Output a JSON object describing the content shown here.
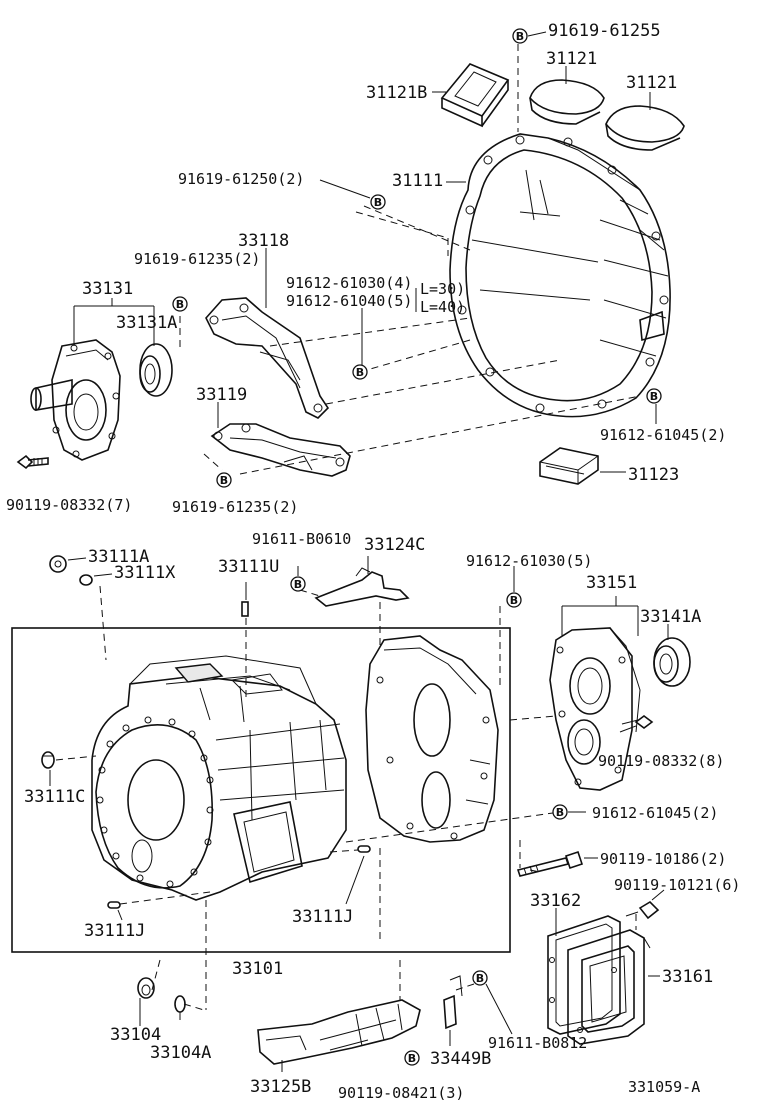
{
  "diagram": {
    "code": "331059-A",
    "marker_letter": "B",
    "labels": {
      "p_91619_61255": "91619-61255",
      "p_31121_a": "31121",
      "p_31121_b": "31121",
      "p_31121b": "31121B",
      "p_31111": "31111",
      "p_91619_61250": "91619-61250(2)",
      "p_33118": "33118",
      "p_91619_61235_top": "91619-61235(2)",
      "p_33131": "33131",
      "p_33131a": "33131A",
      "p_91612_61030_4": "91612-61030(4)",
      "p_91612_61040_5": "91612-61040(5)",
      "p_l30": "L=30)",
      "p_l40": "L=40)",
      "p_33119": "33119",
      "p_91612_61045_top": "91612-61045(2)",
      "p_31123": "31123",
      "p_90119_08332_7": "90119-08332(7)",
      "p_91619_61235_bot": "91619-61235(2)",
      "p_33111a": "33111A",
      "p_33111x": "33111X",
      "p_33111u": "33111U",
      "p_91611_b0610": "91611-B0610",
      "p_33124c": "33124C",
      "p_91612_61030_5": "91612-61030(5)",
      "p_33151": "33151",
      "p_33141a": "33141A",
      "p_90119_08332_8": "90119-08332(8)",
      "p_33111c": "33111C",
      "p_91612_61045_bot": "91612-61045(2)",
      "p_90119_10186": "90119-10186(2)",
      "p_90119_10121": "90119-10121(6)",
      "p_33162": "33162",
      "p_33161": "33161",
      "p_33111j_left": "33111J",
      "p_33111j_right": "33111J",
      "p_33101": "33101",
      "p_33104": "33104",
      "p_33104a": "33104A",
      "p_91611_b0812": "91611-B0812",
      "p_33449b": "33449B",
      "p_33125b": "33125B",
      "p_90119_08421": "90119-08421(3)"
    }
  }
}
